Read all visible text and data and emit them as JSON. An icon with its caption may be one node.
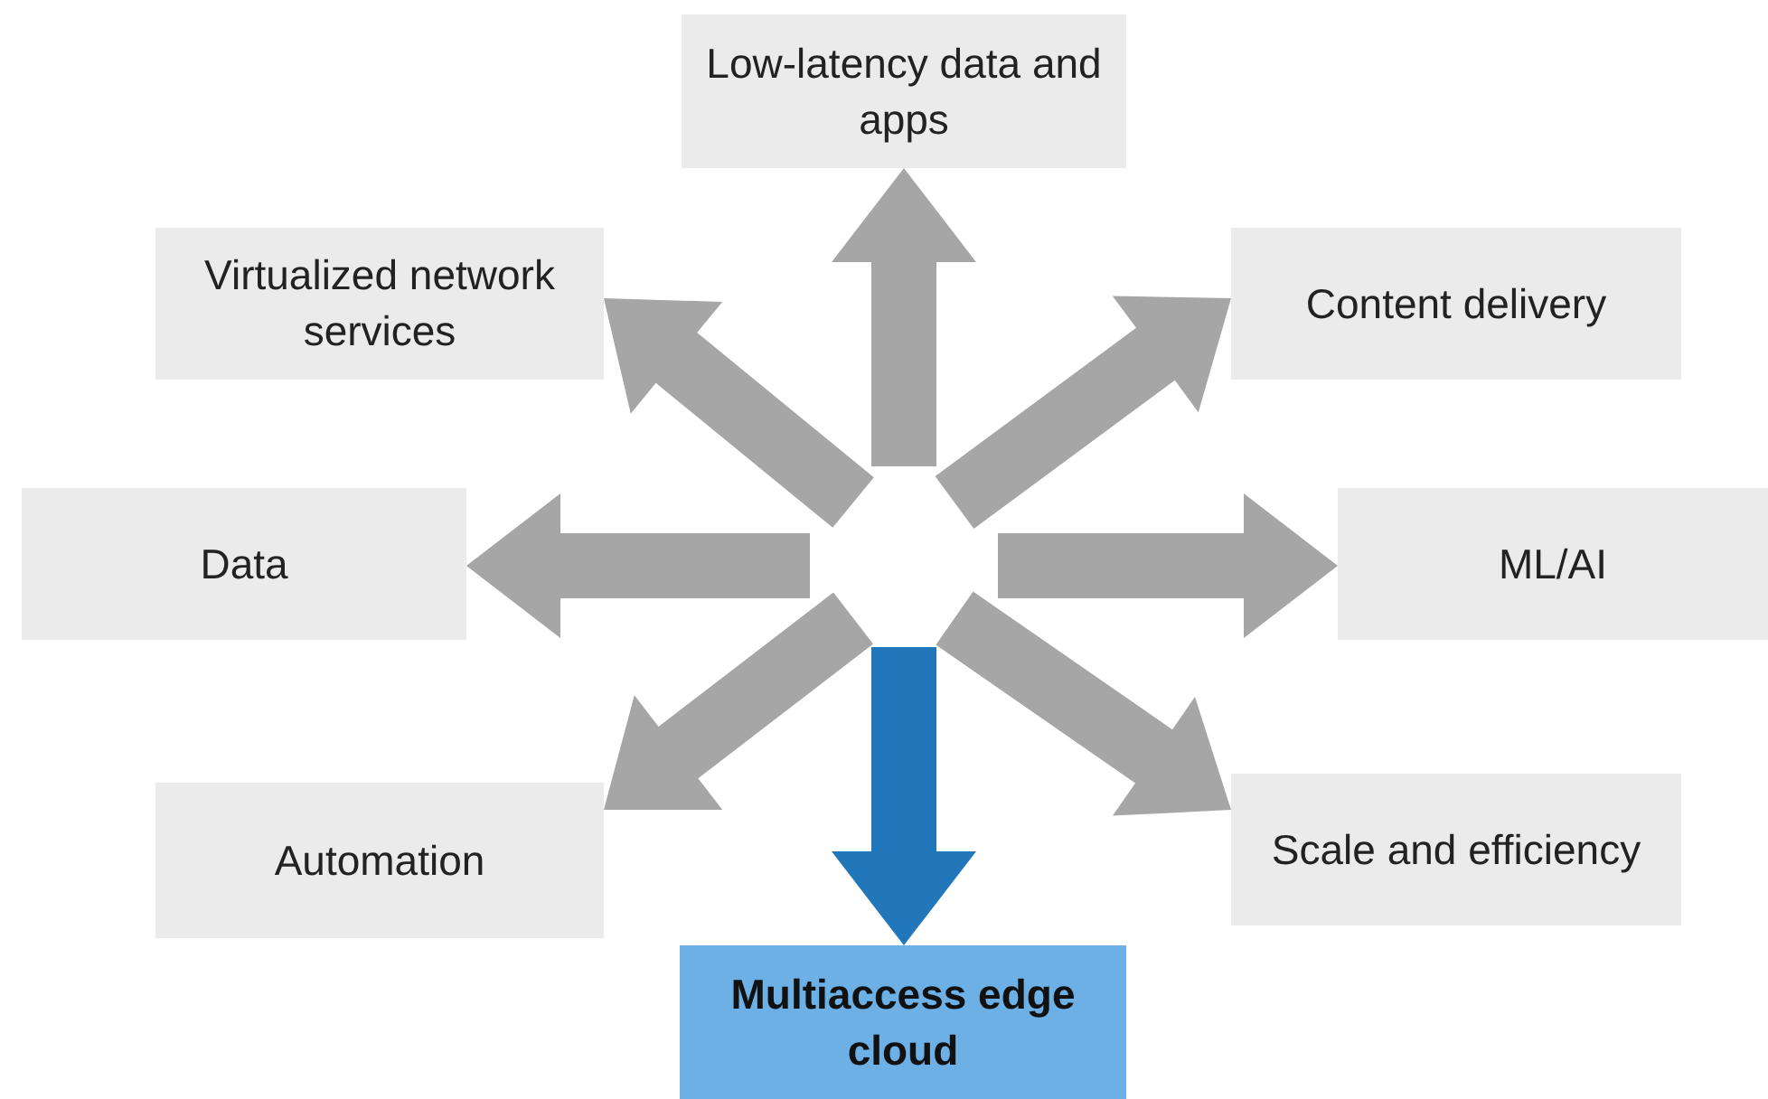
{
  "diagram": {
    "nodes": [
      {
        "text": [
          "Low-latency data and apps"
        ]
      },
      {
        "text": [
          "Virtualized network services"
        ]
      },
      {
        "text": [
          "Content delivery"
        ]
      },
      {
        "text": [
          "Data"
        ]
      },
      {
        "text": [
          "ML/AI"
        ]
      },
      {
        "text": [
          "Automation"
        ]
      },
      {
        "text": [
          "Scale and efficiency"
        ]
      },
      {
        "text": [
          "Multiaccess edge cloud"
        ]
      }
    ],
    "edges": [
      {
        "from": null,
        "to": 0,
        "arrow": "to",
        "style": "thick"
      },
      {
        "from": null,
        "to": 1,
        "arrow": "to",
        "style": "thick"
      },
      {
        "from": null,
        "to": 2,
        "arrow": "to",
        "style": "thick"
      },
      {
        "from": null,
        "to": 3,
        "arrow": "to",
        "style": "thick"
      },
      {
        "from": null,
        "to": 4,
        "arrow": "to",
        "style": "thick"
      },
      {
        "from": null,
        "to": 5,
        "arrow": "to",
        "style": "thick"
      },
      {
        "from": null,
        "to": 6,
        "arrow": "to",
        "style": "thick"
      },
      {
        "from": null,
        "to": 7,
        "arrow": "to",
        "style": "thick",
        "color": "#2277bb"
      }
    ]
  }
}
